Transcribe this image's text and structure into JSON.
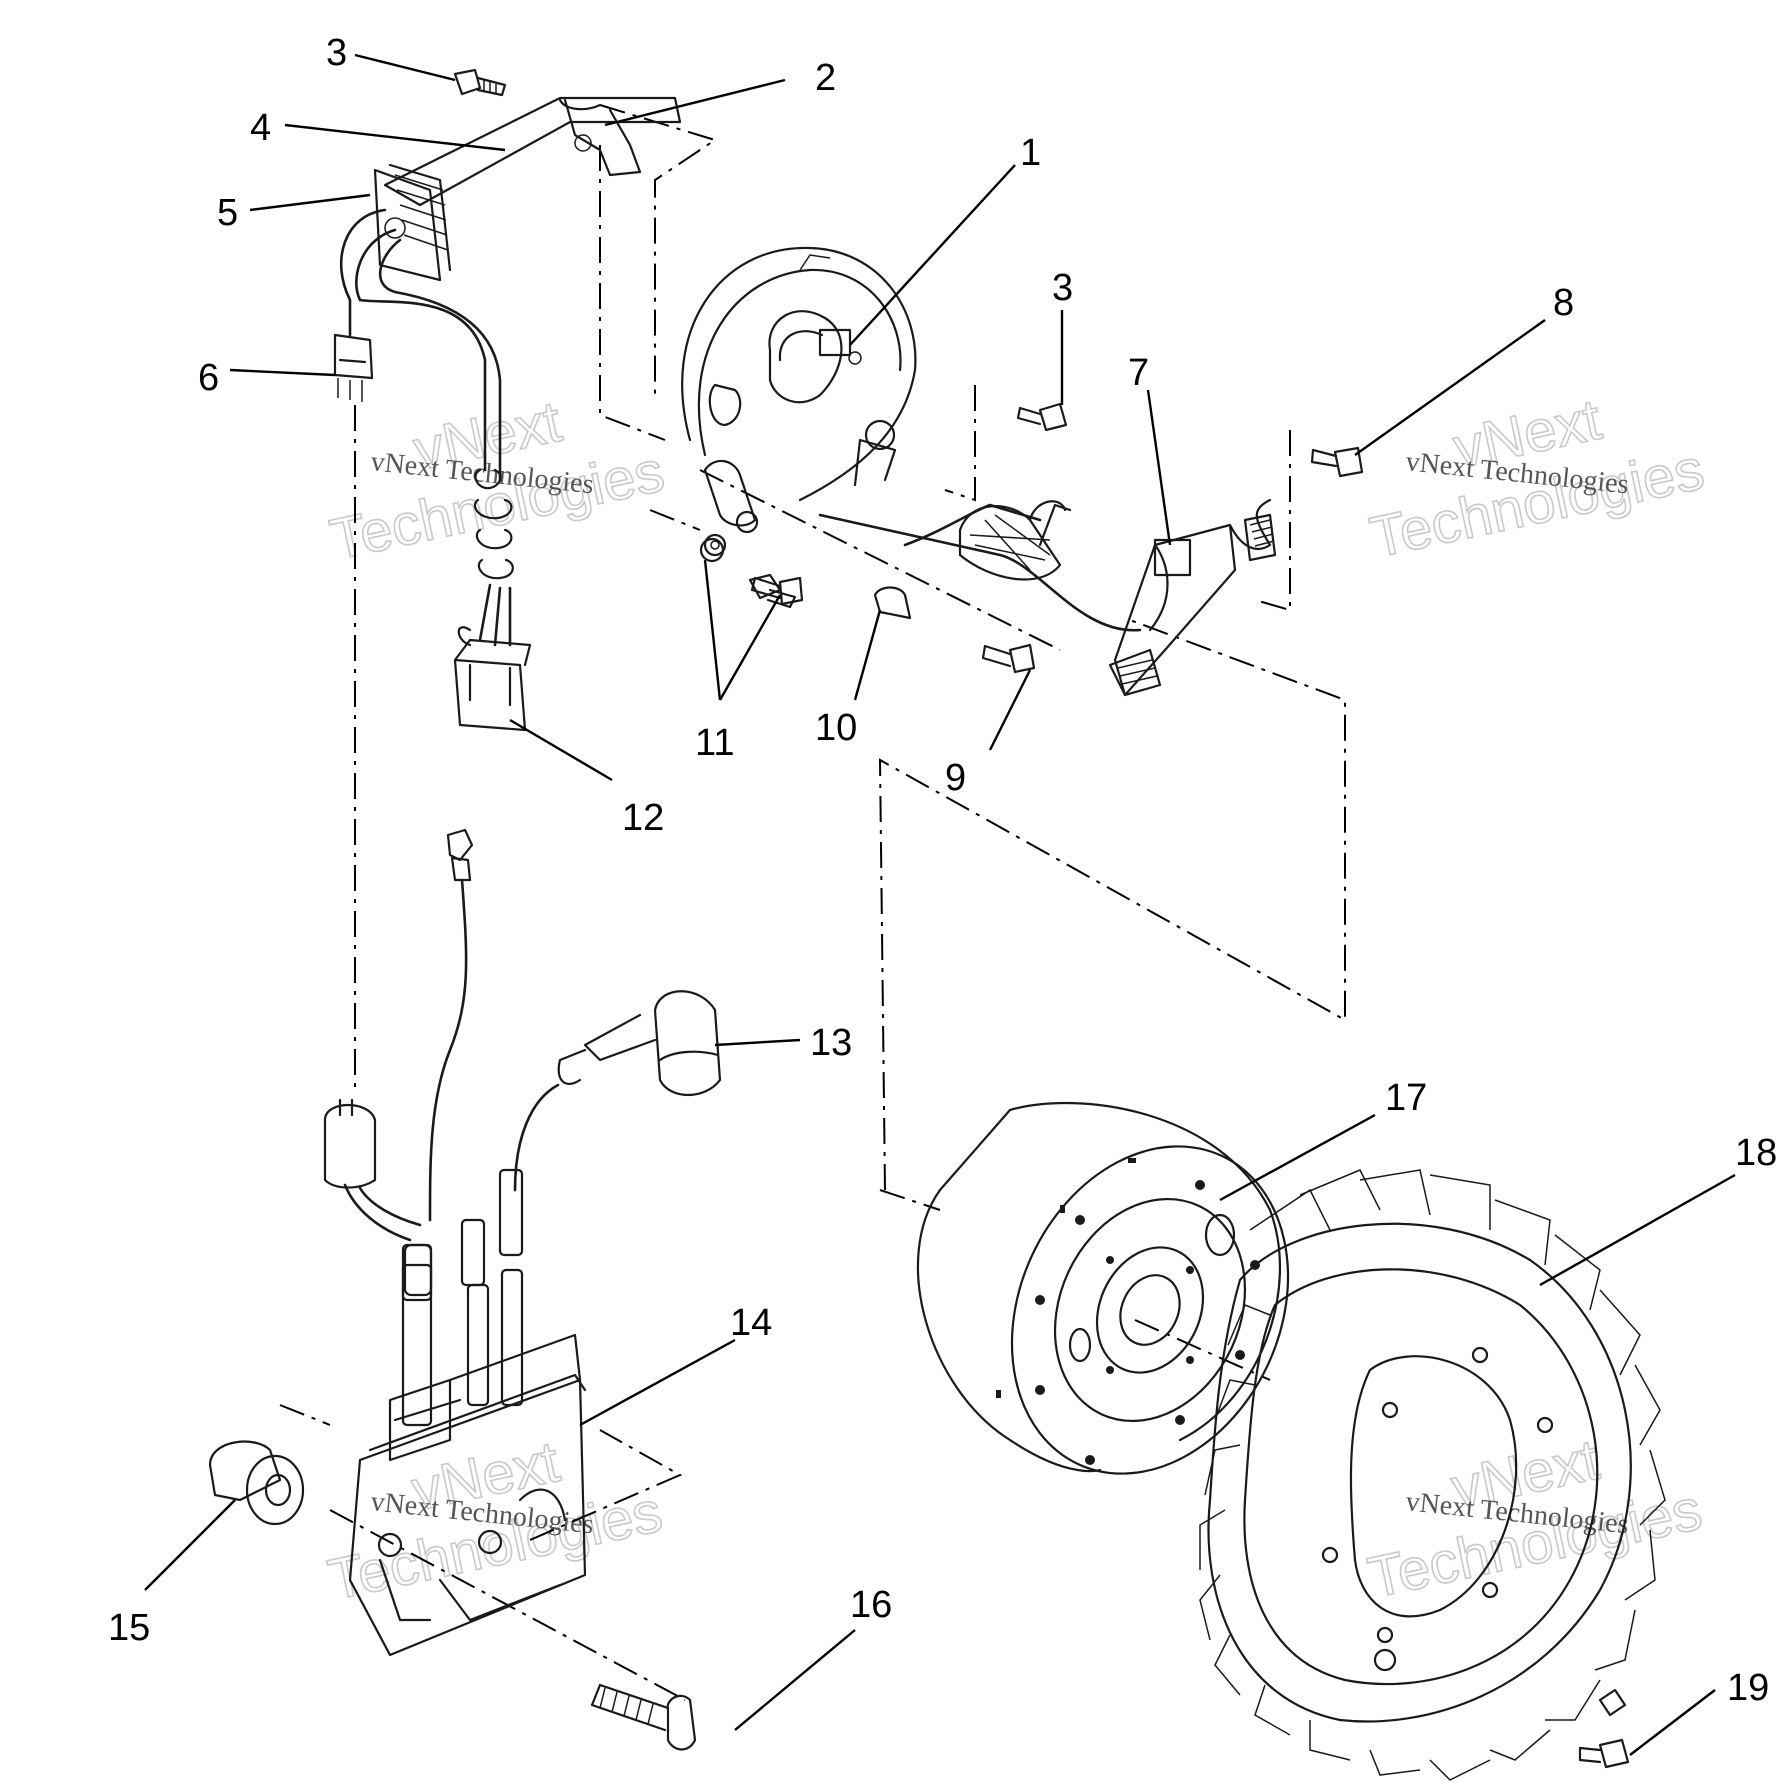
{
  "diagram": {
    "callouts": {
      "c1": "1",
      "c2": "2",
      "c3a": "3",
      "c3b": "3",
      "c4": "4",
      "c5": "5",
      "c6": "6",
      "c7": "7",
      "c8": "8",
      "c9": "9",
      "c10": "10",
      "c11": "11",
      "c12": "12",
      "c13": "13",
      "c14": "14",
      "c15": "15",
      "c16": "16",
      "c17": "17",
      "c18": "18",
      "c19": "19"
    },
    "watermark": {
      "brand_line": "vNext Technologies",
      "word_top": "vNext",
      "word_bottom": "Technologies"
    },
    "colors": {
      "ink": "#1a1a1a",
      "watermark": "#c9c9c9",
      "background": "#ffffff"
    }
  }
}
